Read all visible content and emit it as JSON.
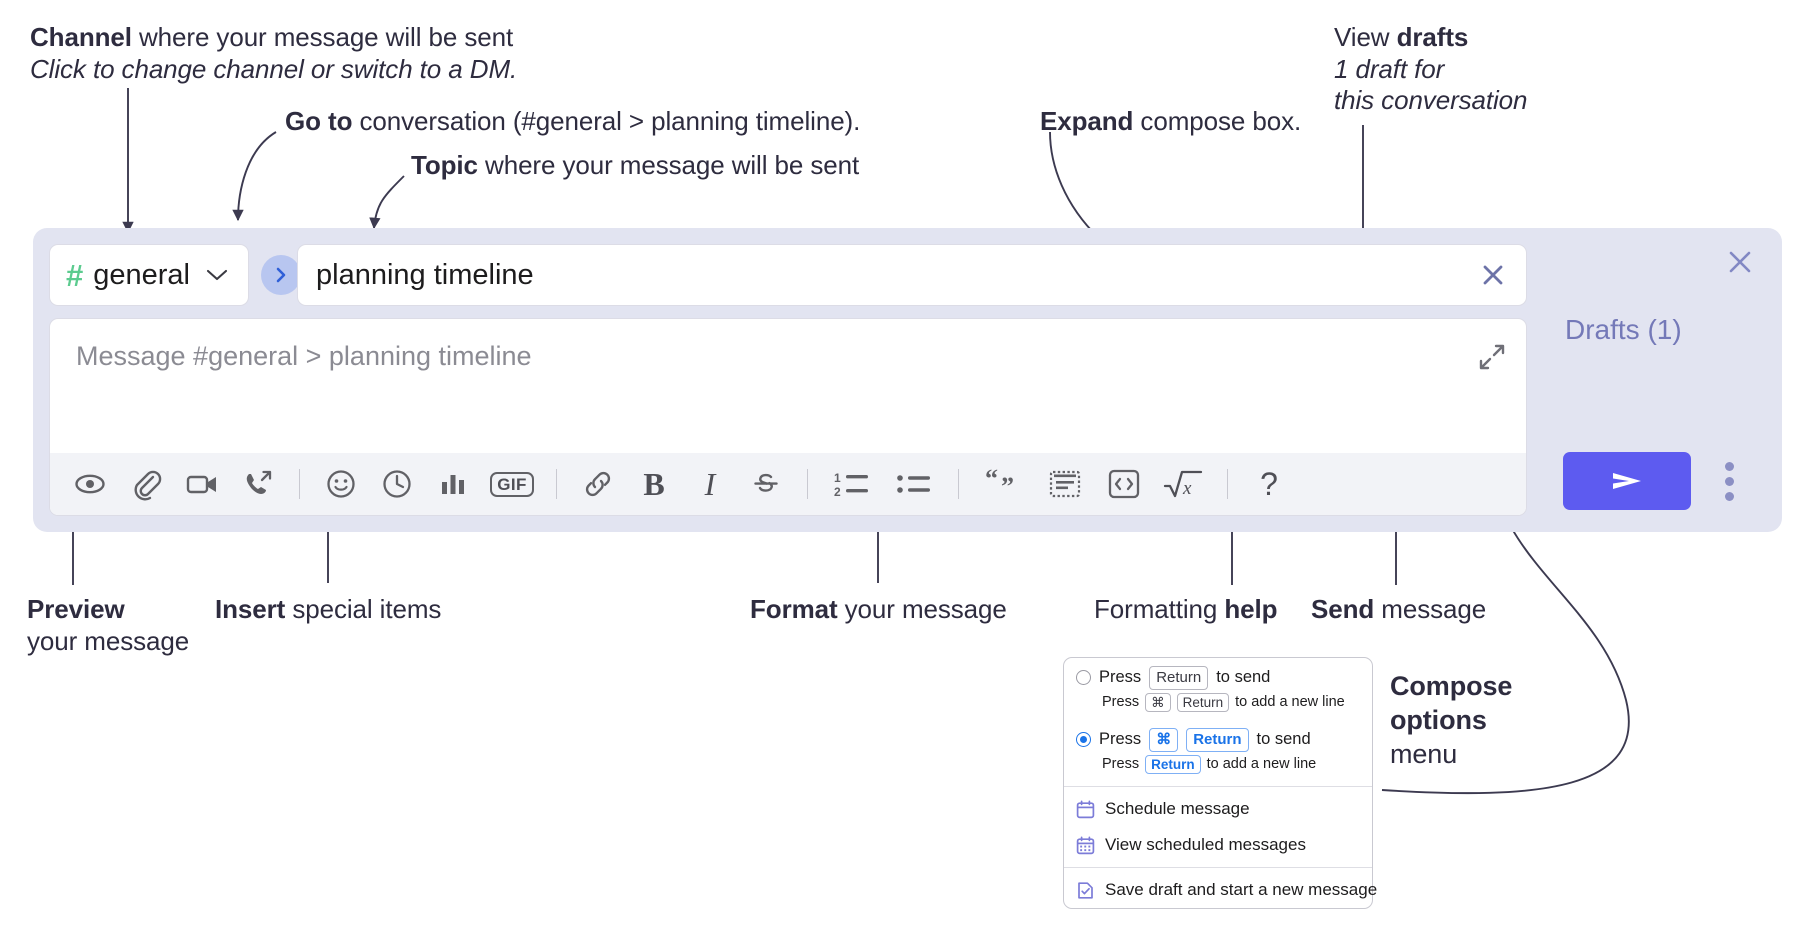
{
  "annotations": {
    "channel": {
      "bold": "Channel",
      "rest": " where your message will be sent",
      "italic": "Click to change channel or switch to a DM."
    },
    "goto": {
      "bold": "Go to",
      "rest": " conversation (#general > planning timeline)."
    },
    "topic": {
      "bold": "Topic",
      "rest": " where your message will be sent"
    },
    "expand": {
      "bold": "Expand",
      "rest": " compose box."
    },
    "drafts": {
      "pre": "View ",
      "bold": "drafts",
      "line2": "1 draft for",
      "line3": "this conversation"
    },
    "preview": {
      "bold": "Preview",
      "line2": "your message"
    },
    "insert": {
      "bold": "Insert",
      "rest": " special items"
    },
    "format": {
      "bold": "Format",
      "rest": " your message"
    },
    "help": {
      "pre": "Formatting ",
      "bold": "help"
    },
    "send": {
      "bold": "Send",
      "rest": " message"
    },
    "compose_options": {
      "bold1": "Compose",
      "bold2": "options",
      "rest": "menu"
    }
  },
  "compose": {
    "channel": {
      "hash": "#",
      "name": "general",
      "chevron": "chevron-down-icon"
    },
    "goto_button": "goto-conversation-icon",
    "topic": {
      "value": "planning timeline",
      "clear": "close-icon"
    },
    "message": {
      "placeholder": "Message #general > planning timeline",
      "expand": "expand-icon"
    },
    "toolbar": [
      {
        "name": "preview-icon",
        "label": "Preview"
      },
      {
        "name": "attachment-icon",
        "label": "Attach file"
      },
      {
        "name": "video-icon",
        "label": "Video clip"
      },
      {
        "name": "audio-icon",
        "label": "Audio clip"
      },
      {
        "name": "separator",
        "label": ""
      },
      {
        "name": "emoji-icon",
        "label": "Emoji"
      },
      {
        "name": "clock-icon",
        "label": "Reminder"
      },
      {
        "name": "poll-icon",
        "label": "Poll"
      },
      {
        "name": "gif-icon",
        "label": "GIF"
      },
      {
        "name": "separator",
        "label": ""
      },
      {
        "name": "link-icon",
        "label": "Link"
      },
      {
        "name": "bold-icon",
        "label": "B"
      },
      {
        "name": "italic-icon",
        "label": "I"
      },
      {
        "name": "strikethrough-icon",
        "label": "Strikethrough"
      },
      {
        "name": "separator",
        "label": ""
      },
      {
        "name": "ordered-list-icon",
        "label": "Ordered list"
      },
      {
        "name": "bullet-list-icon",
        "label": "Bulleted list"
      },
      {
        "name": "separator",
        "label": ""
      },
      {
        "name": "blockquote-icon",
        "label": "Blockquote"
      },
      {
        "name": "code-block-icon",
        "label": "Code block"
      },
      {
        "name": "inline-code-icon",
        "label": "Code"
      },
      {
        "name": "math-icon",
        "label": "Math"
      },
      {
        "name": "separator",
        "label": ""
      },
      {
        "name": "help-icon",
        "label": "?"
      }
    ]
  },
  "rail": {
    "close": "close-icon",
    "drafts_label": "Drafts (1)",
    "send": "send-icon",
    "kebab": "more-options-icon"
  },
  "popup": {
    "options": [
      {
        "selected": false,
        "main_pre": "Press",
        "main_key": "Return",
        "main_post": "to send",
        "sub_pre": "Press",
        "sub_key1": "⌘",
        "sub_key2": "Return",
        "sub_post": "to add a new line"
      },
      {
        "selected": true,
        "main_pre": "Press",
        "main_key1": "⌘",
        "main_key2": "Return",
        "main_post": "to send",
        "sub_pre": "Press",
        "sub_key": "Return",
        "sub_post": "to add a new line"
      }
    ],
    "menu_items": [
      {
        "icon": "calendar-icon",
        "label": "Schedule message"
      },
      {
        "icon": "calendar-grid-icon",
        "label": "View scheduled messages"
      },
      {
        "icon": "save-draft-icon",
        "label": "Save draft and start a new message"
      }
    ]
  },
  "colors": {
    "accent": "#5d5bf0",
    "compose_bg": "#e2e4f1",
    "hash_green": "#5ccb8f",
    "drafts_text": "#7479b8",
    "radio_blue": "#1a73e8",
    "menu_icon": "#7c7cd8"
  }
}
